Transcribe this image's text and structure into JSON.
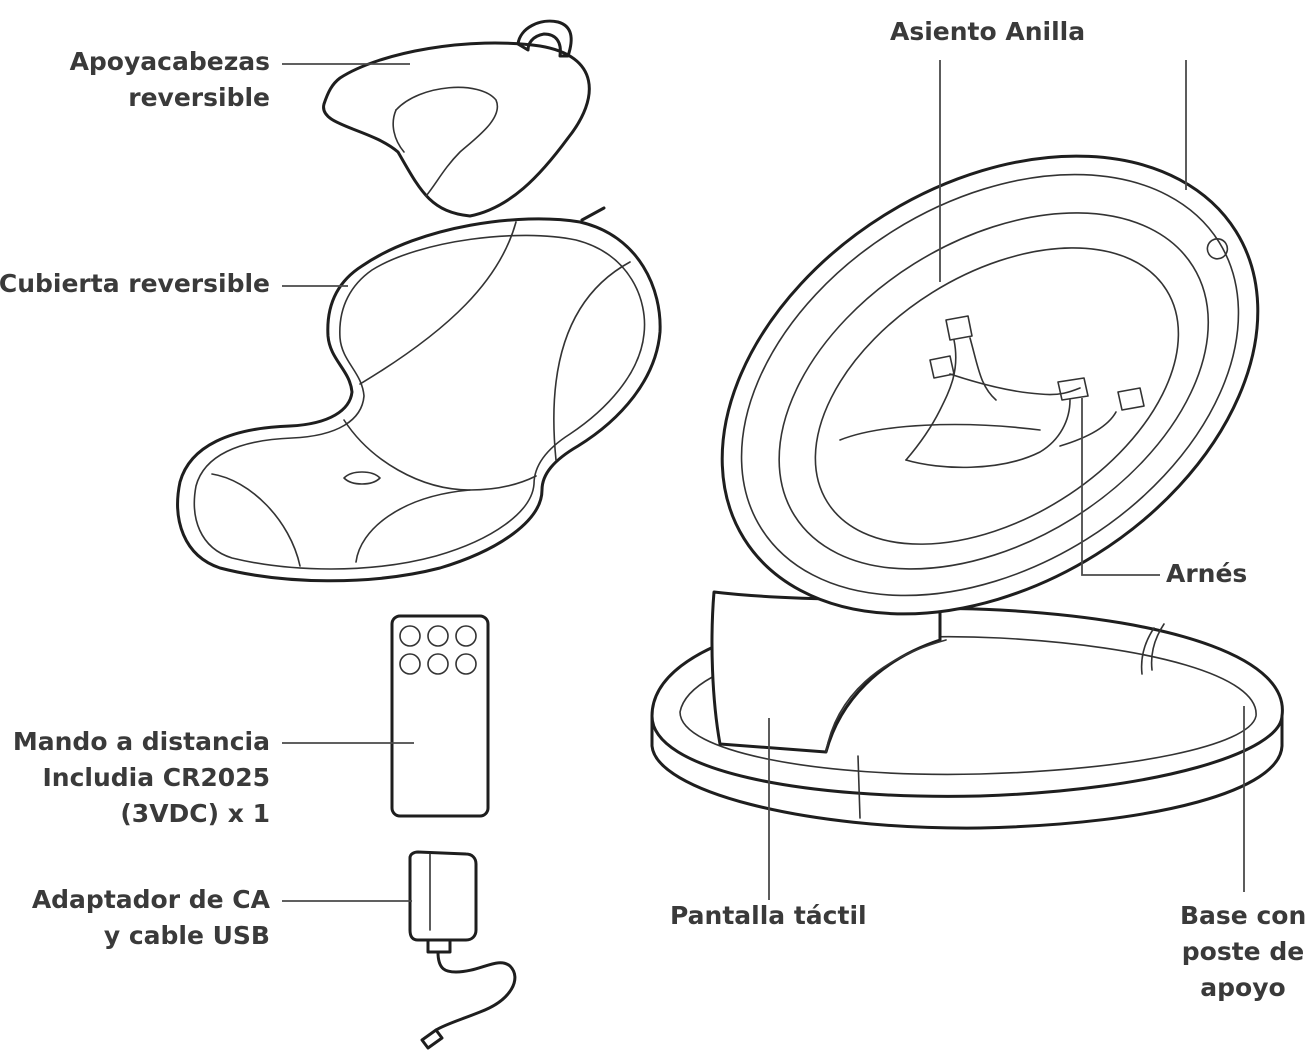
{
  "labels": {
    "headrest": [
      "Apoyacabezas",
      "reversible"
    ],
    "cover": "Cubierta reversible",
    "remote": [
      "Mando a distancia",
      "Includia CR2025",
      "(3VDC) x 1"
    ],
    "adapter": [
      "Adaptador de CA",
      "y cable USB"
    ],
    "seat_ring": "Asiento Anilla",
    "harness": "Arnés",
    "touchscreen": "Pantalla táctil",
    "base": [
      "Base con",
      "poste de",
      "apoyo"
    ]
  },
  "colors": {
    "outline": "#1e1e1e",
    "label_text": "#3a3a3a",
    "background": "#ffffff"
  }
}
